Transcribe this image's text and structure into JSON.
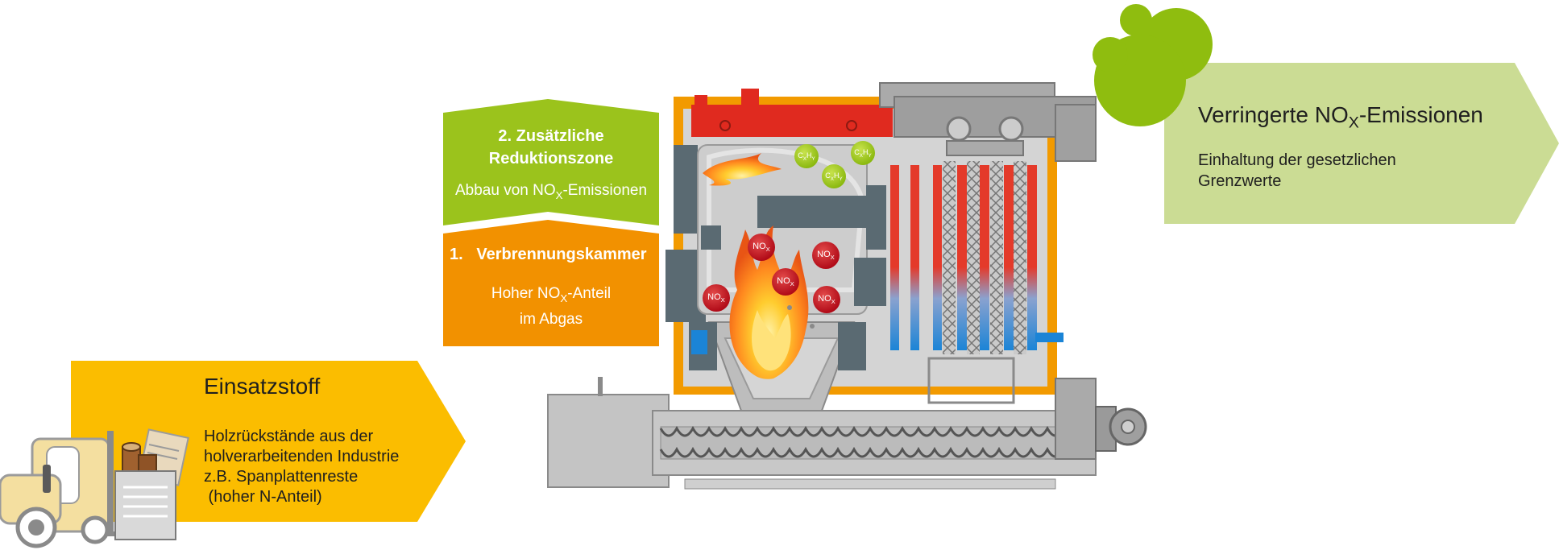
{
  "left_panel": {
    "title": "Einsatzstoff",
    "lines": [
      "Holzrückstände aus der",
      "holverarbeitenden Industrie",
      "z.B. Spanplattenreste",
      " (hoher N-Anteil)"
    ]
  },
  "stage2": {
    "title_line1": "2. Zusätzliche",
    "title_line2": "Reduktionszone",
    "subtitle_prefix": "Abbau von NO",
    "subtitle_sub": "X",
    "subtitle_suffix": "-Emissionen"
  },
  "stage1": {
    "title": "1.   Verbrennungskammer",
    "line1_prefix": "Hoher NO",
    "line1_sub": "X",
    "line1_suffix": "-Anteil",
    "line2": "im Abgas"
  },
  "right_panel": {
    "title_prefix": "Verringerte NO",
    "title_sub": "X",
    "title_suffix": "-Emissionen",
    "line1": "Einhaltung der gesetzlichen",
    "line2": "Grenzwerte"
  },
  "bubbles": {
    "nox_label_prefix": "NO",
    "nox_label_sub": "X",
    "cxhy_label_prefix": "C",
    "cxhy_label_mid": "X",
    "cxhy_label_h": "H",
    "cxhy_label_sub": "Y"
  }
}
